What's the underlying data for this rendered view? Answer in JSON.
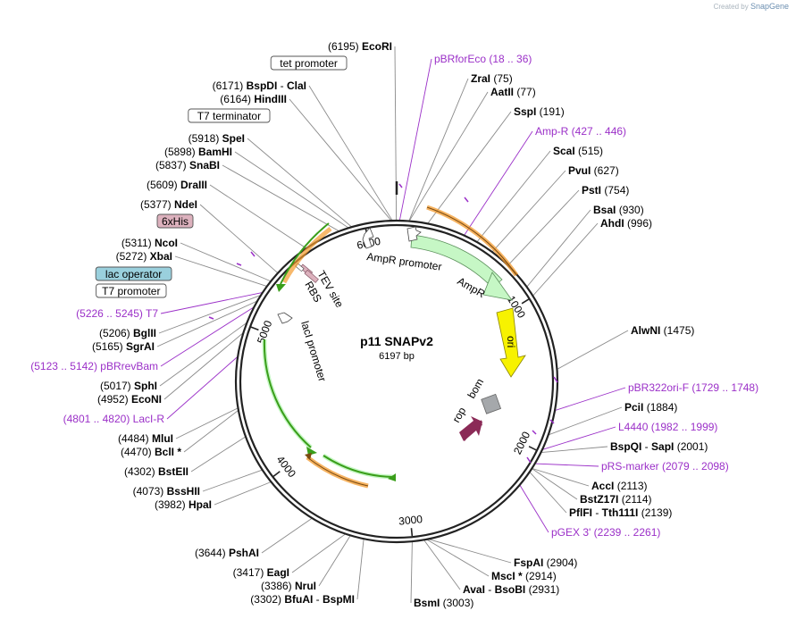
{
  "credit": {
    "prefix": "Created by",
    "brand": "SnapGene"
  },
  "plasmid": {
    "name": "p11 SNAPv2",
    "length_label": "6197 bp",
    "length": 6197
  },
  "ticks": [
    "1000",
    "2000",
    "3000",
    "4000",
    "5000",
    "6000"
  ],
  "colors": {
    "primer": "#9b30c8",
    "leader": "#8a8a8a",
    "ampr": "#c6f7c5",
    "ori": "#f7f200",
    "rop": "#8b2a57",
    "bom": "#a5a8ab",
    "lacI_arrow": "#3a9e1a",
    "orange": "#f39a2c",
    "his_box": "#dcb1bd",
    "lacop_box": "#9ad0dd"
  },
  "left_labels": [
    {
      "pos": "(6195)",
      "name": "EcoRI",
      "kind": "site"
    },
    {
      "name": "tet promoter",
      "kind": "boxed"
    },
    {
      "pos": "(6171)",
      "name": "BspDI",
      "name2": "ClaI",
      "kind": "site2"
    },
    {
      "pos": "(6164)",
      "name": "HindIII",
      "kind": "site"
    },
    {
      "name": "T7 terminator",
      "kind": "boxed"
    },
    {
      "pos": "(5918)",
      "name": "SpeI",
      "kind": "site"
    },
    {
      "pos": "(5898)",
      "name": "BamHI",
      "kind": "site"
    },
    {
      "pos": "(5837)",
      "name": "SnaBI",
      "kind": "site"
    },
    {
      "pos": "(5609)",
      "name": "DraIII",
      "kind": "site"
    },
    {
      "pos": "(5377)",
      "name": "NdeI",
      "kind": "site"
    },
    {
      "name": "6xHis",
      "kind": "his"
    },
    {
      "pos": "(5311)",
      "name": "NcoI",
      "kind": "site"
    },
    {
      "pos": "(5272)",
      "name": "XbaI",
      "kind": "site"
    },
    {
      "name": "lac operator",
      "kind": "lacop"
    },
    {
      "name": "T7 promoter",
      "kind": "boxed"
    },
    {
      "pos": "(5226 .. 5245)",
      "name": "T7",
      "kind": "primer"
    },
    {
      "pos": "(5206)",
      "name": "BglII",
      "kind": "site"
    },
    {
      "pos": "(5165)",
      "name": "SgrAI",
      "kind": "site"
    },
    {
      "pos": "(5123 .. 5142)",
      "name": "pBRrevBam",
      "kind": "primer"
    },
    {
      "pos": "(5017)",
      "name": "SphI",
      "kind": "site"
    },
    {
      "pos": "(4952)",
      "name": "EcoNI",
      "kind": "site"
    },
    {
      "pos": "(4801 .. 4820)",
      "name": "LacI-R",
      "kind": "primer"
    },
    {
      "pos": "(4484)",
      "name": "MluI",
      "kind": "site"
    },
    {
      "pos": "(4470)",
      "name": "BclI *",
      "kind": "site"
    },
    {
      "pos": "(4302)",
      "name": "BstEII",
      "kind": "site"
    },
    {
      "pos": "(4073)",
      "name": "BssHII",
      "kind": "site"
    },
    {
      "pos": "(3982)",
      "name": "HpaI",
      "kind": "site"
    },
    {
      "pos": "(3644)",
      "name": "PshAI",
      "kind": "site"
    },
    {
      "pos": "(3417)",
      "name": "EagI",
      "kind": "site"
    },
    {
      "pos": "(3386)",
      "name": "NruI",
      "kind": "site"
    },
    {
      "pos": "(3302)",
      "name": "BfuAI",
      "name2": "BspMI",
      "kind": "site2"
    }
  ],
  "right_labels": [
    {
      "name": "pBRforEco",
      "pos": "(18 .. 36)",
      "kind": "primer"
    },
    {
      "name": "ZraI",
      "pos": "(75)",
      "kind": "site"
    },
    {
      "name": "AatII",
      "pos": "(77)",
      "kind": "site"
    },
    {
      "name": "SspI",
      "pos": "(191)",
      "kind": "site"
    },
    {
      "name": "Amp-R",
      "pos": "(427 .. 446)",
      "kind": "primer"
    },
    {
      "name": "ScaI",
      "pos": "(515)",
      "kind": "site"
    },
    {
      "name": "PvuI",
      "pos": "(627)",
      "kind": "site"
    },
    {
      "name": "PstI",
      "pos": "(754)",
      "kind": "site"
    },
    {
      "name": "BsaI",
      "pos": "(930)",
      "kind": "site"
    },
    {
      "name": "AhdI",
      "pos": "(996)",
      "kind": "site"
    },
    {
      "name": "AlwNI",
      "pos": "(1475)",
      "kind": "site"
    },
    {
      "name": "pBR322ori-F",
      "pos": "(1729 .. 1748)",
      "kind": "primer"
    },
    {
      "name": "PciI",
      "pos": "(1884)",
      "kind": "site"
    },
    {
      "name": "L4440",
      "pos": "(1982 .. 1999)",
      "kind": "primer"
    },
    {
      "name": "BspQI",
      "name2": "SapI",
      "pos": "(2001)",
      "kind": "site2"
    },
    {
      "name": "pRS-marker",
      "pos": "(2079 .. 2098)",
      "kind": "primer"
    },
    {
      "name": "AccI",
      "pos": "(2113)",
      "kind": "site"
    },
    {
      "name": "BstZ17I",
      "pos": "(2114)",
      "kind": "site"
    },
    {
      "name": "PflFI",
      "name2": "Tth111I",
      "pos": "(2139)",
      "kind": "site2"
    },
    {
      "name": "pGEX 3'",
      "pos": "(2239 .. 2261)",
      "kind": "primer"
    },
    {
      "name": "FspAI",
      "pos": "(2904)",
      "kind": "site"
    },
    {
      "name": "MscI *",
      "pos": "(2914)",
      "kind": "site"
    },
    {
      "name": "AvaI",
      "name2": "BsoBI",
      "pos": "(2931)",
      "kind": "site2"
    },
    {
      "name": "BsmI",
      "pos": "(3003)",
      "kind": "site"
    }
  ],
  "features": {
    "ampr_promoter": "AmpR promoter",
    "ampr": "AmpR",
    "ori": "ori",
    "bom": "bom",
    "rop": "rop",
    "laci_promoter": "lacI promoter",
    "rbs": "RBS",
    "tev": "TEV site"
  }
}
